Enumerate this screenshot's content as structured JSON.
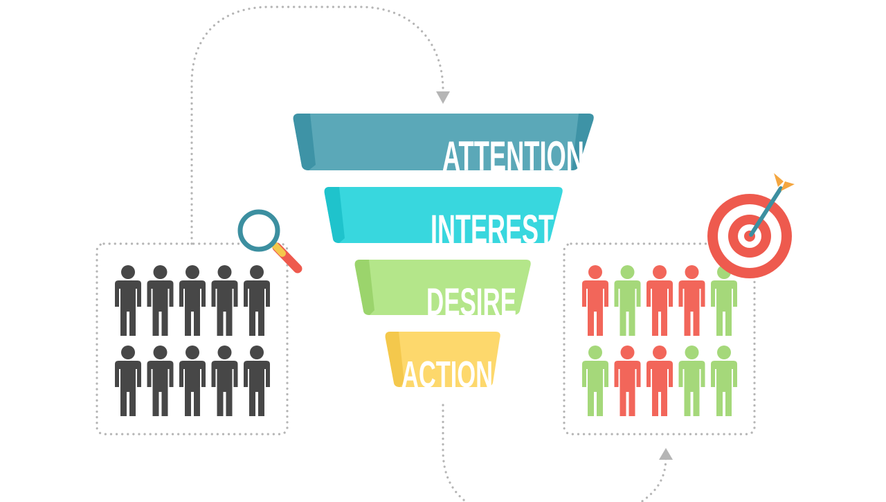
{
  "funnel": {
    "stages": [
      {
        "label": "ATTENTION",
        "color": "#5BA8B8",
        "shade": "#3E93A6"
      },
      {
        "label": "INTEREST",
        "color": "#38D7DE",
        "shade": "#1FC3CC"
      },
      {
        "label": "DESIRE",
        "color": "#B4E68A",
        "shade": "#9BD46C"
      },
      {
        "label": "ACTION",
        "color": "#FDD86C",
        "shade": "#F4C84C"
      }
    ]
  },
  "audience": {
    "before": {
      "rows": 2,
      "cols": 5,
      "color": "#474747"
    },
    "after": {
      "grid": [
        [
          "red",
          "green",
          "red",
          "red",
          "green"
        ],
        [
          "green",
          "red",
          "red",
          "green",
          "green"
        ]
      ],
      "colors": {
        "red": "#F2665A",
        "green": "#A5D87A"
      }
    }
  },
  "icons": {
    "search": "magnifier-icon",
    "target": "target-icon",
    "accent_red": "#EE5A4E",
    "accent_teal": "#3C8FA0"
  },
  "connector_color": "#B5B5B5"
}
